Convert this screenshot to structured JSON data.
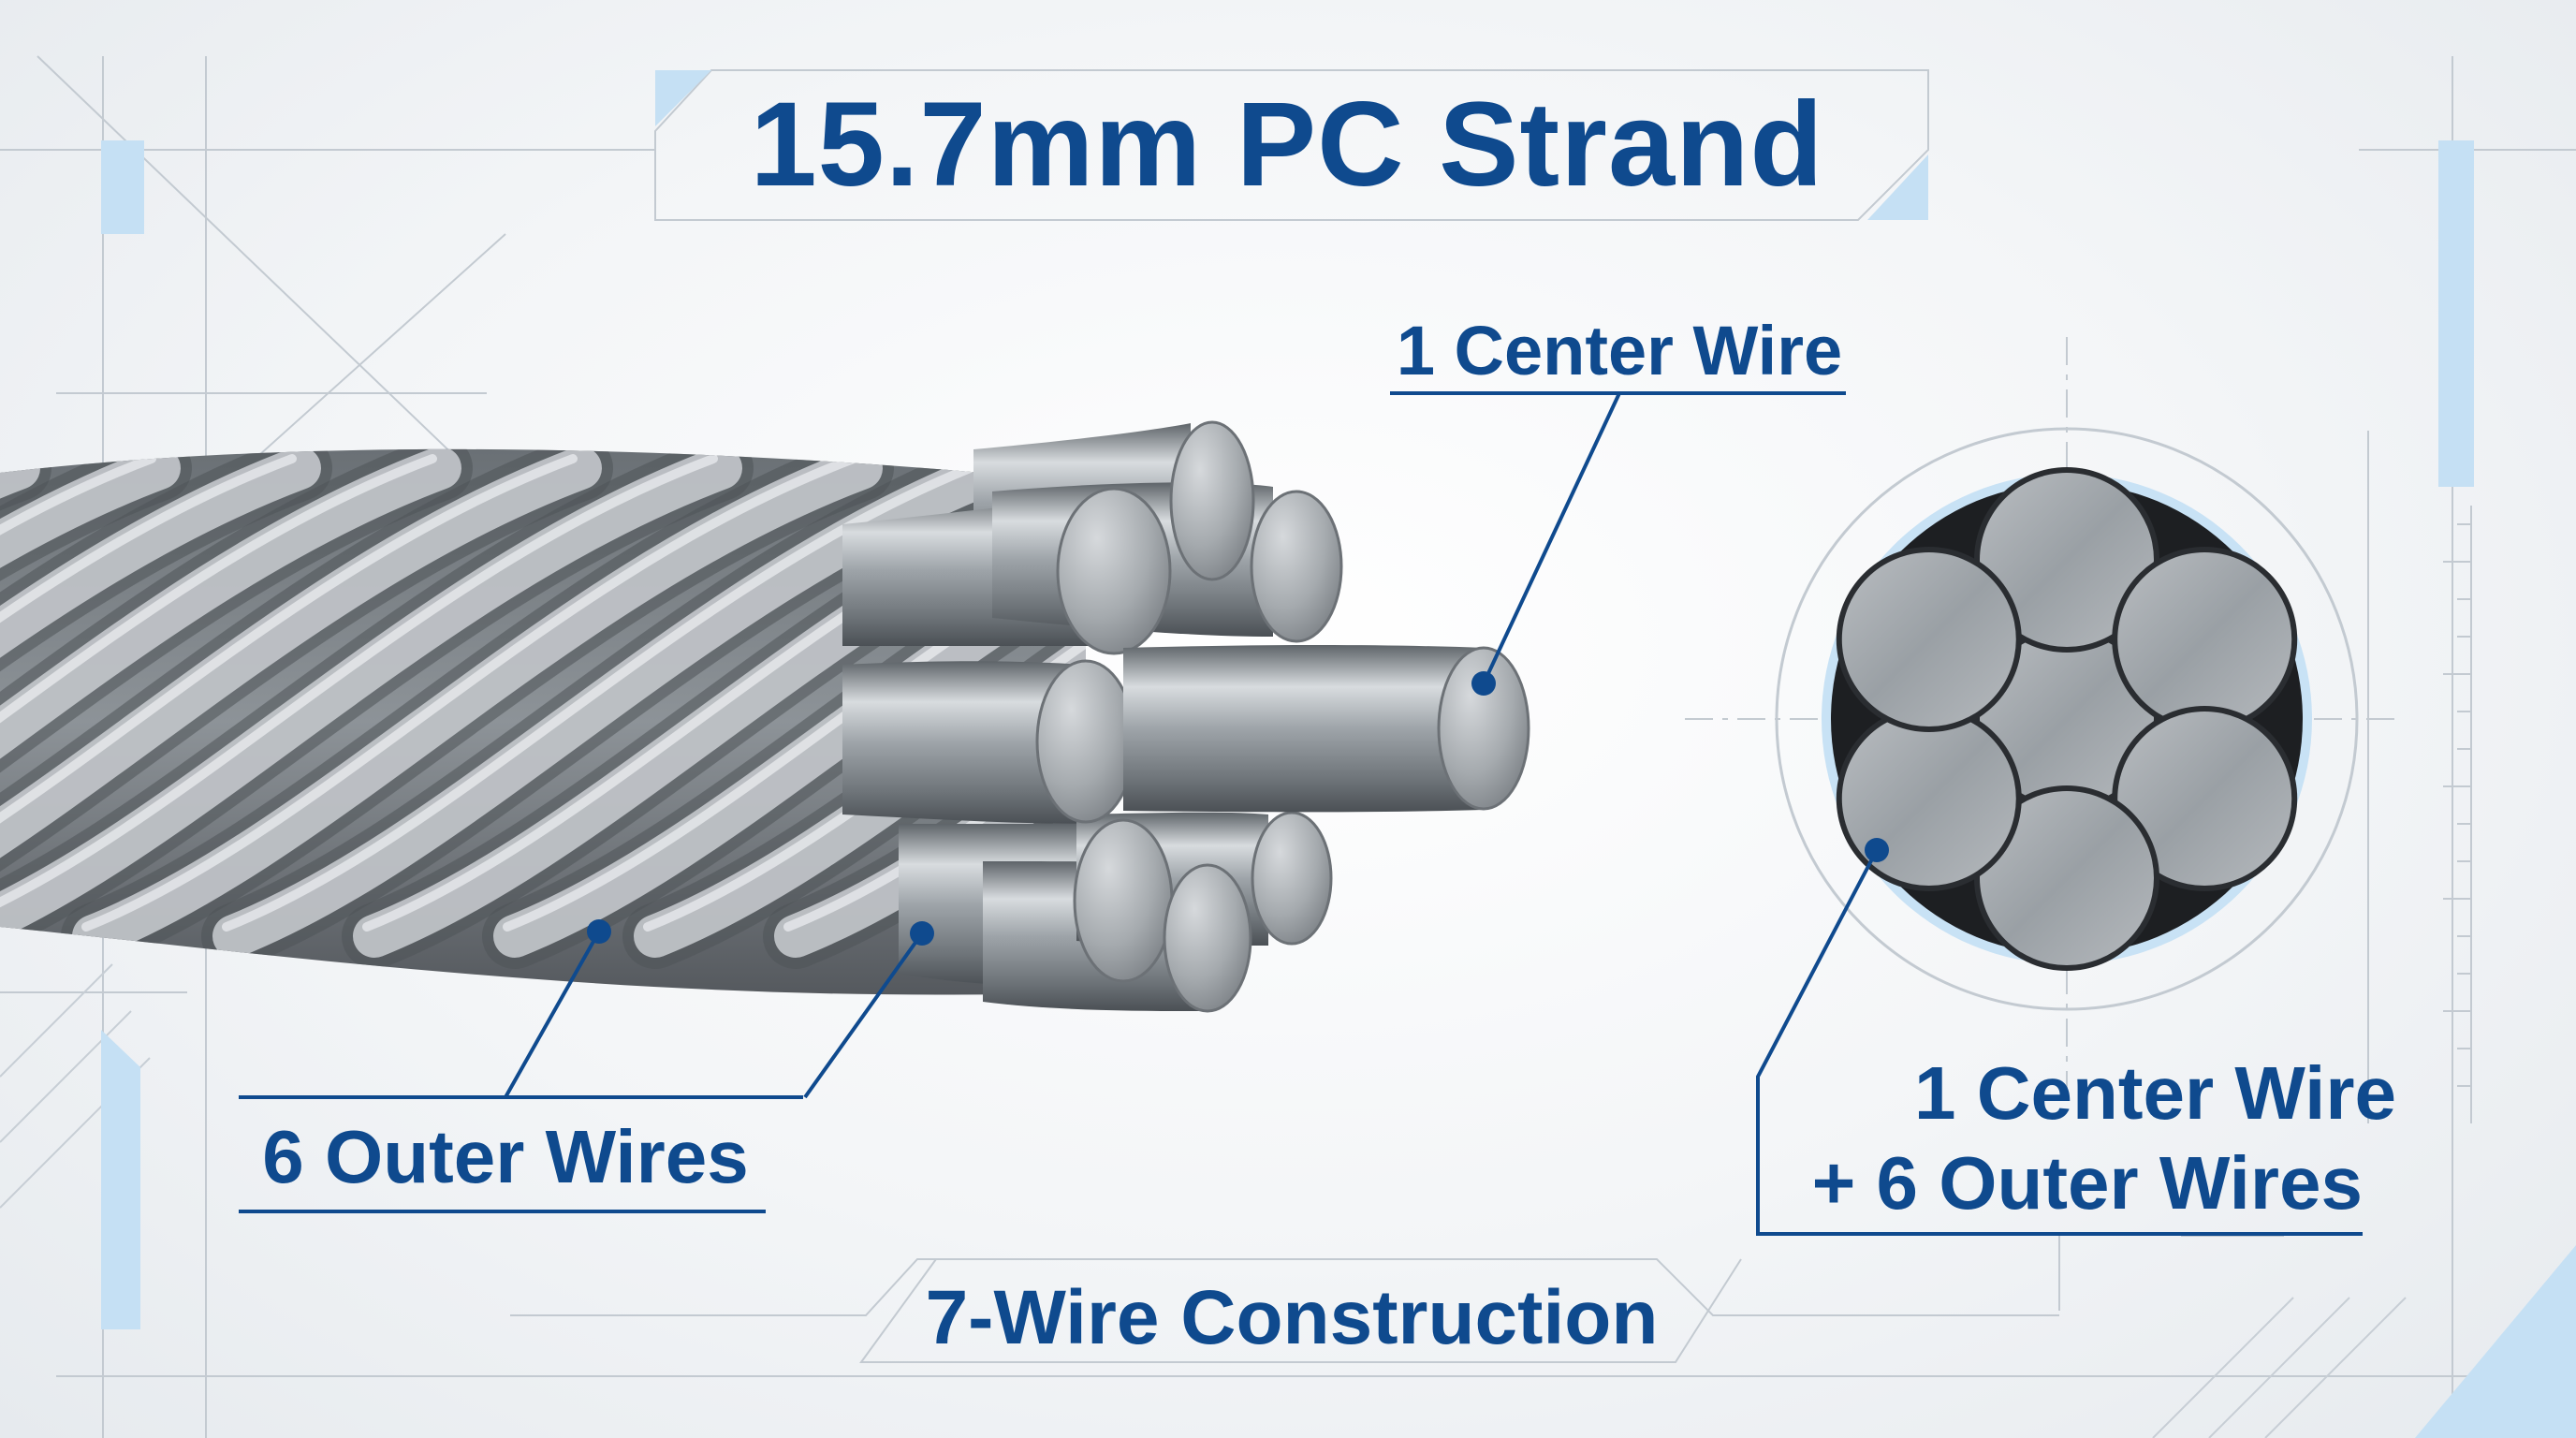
{
  "title": "15.7mm PC Strand",
  "callouts": {
    "center_wire": "1 Center Wire",
    "outer_wires": "6 Outer Wires",
    "construction_line1": "1 Center Wire",
    "construction_line2": "+ 6 Outer Wires"
  },
  "footer": "7-Wire Construction",
  "colors": {
    "accent_blue": "#0f4a8e",
    "light_blue": "#bfdcf2",
    "frame_gray": "#bcc4cc",
    "steel": "#8f959b"
  }
}
